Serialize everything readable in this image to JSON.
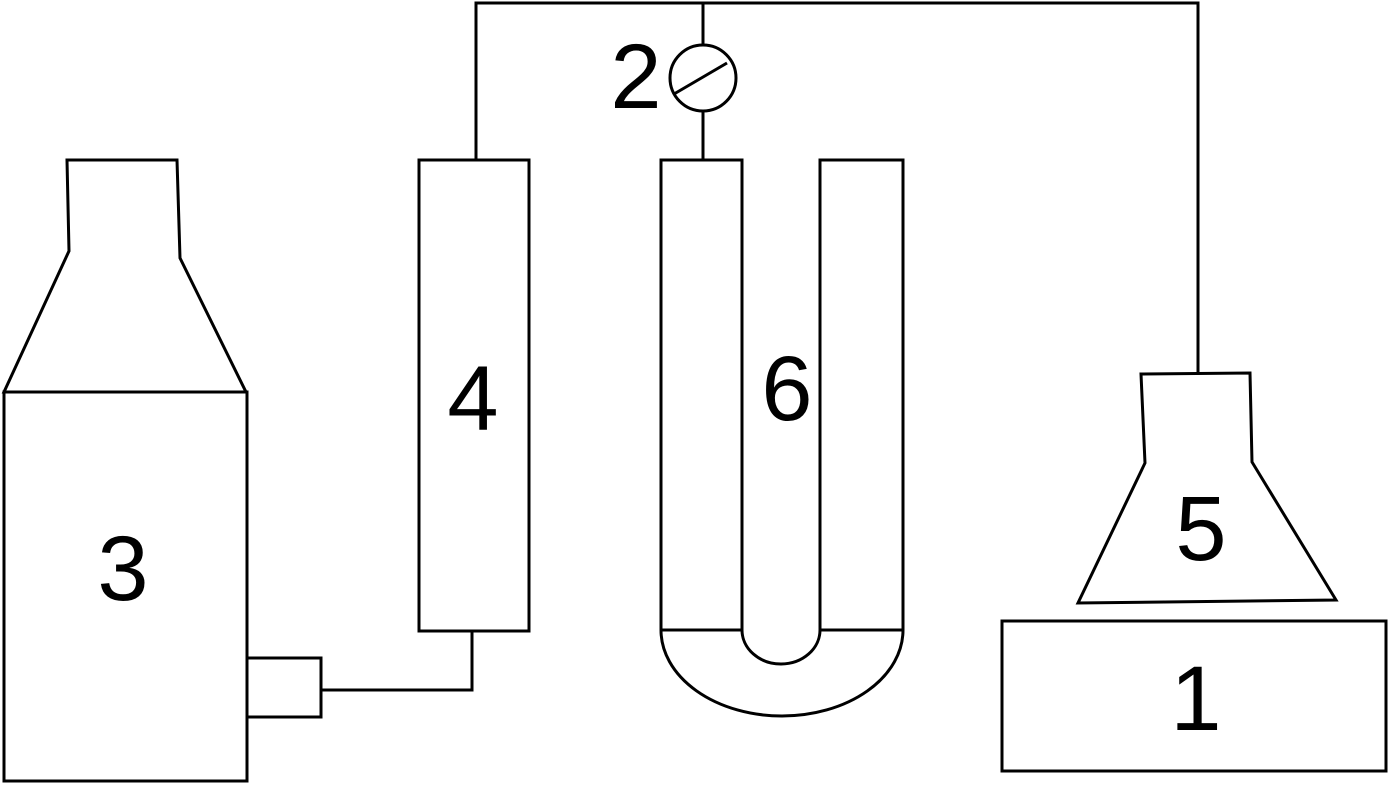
{
  "diagram": {
    "labels": {
      "heater": "1",
      "valve": "2",
      "gas_bottle": "3",
      "column": "4",
      "flask": "5",
      "u_tube": "6"
    },
    "colors": {
      "line": "#000000",
      "background": "#ffffff"
    },
    "icons": [
      "valve-icon"
    ]
  }
}
